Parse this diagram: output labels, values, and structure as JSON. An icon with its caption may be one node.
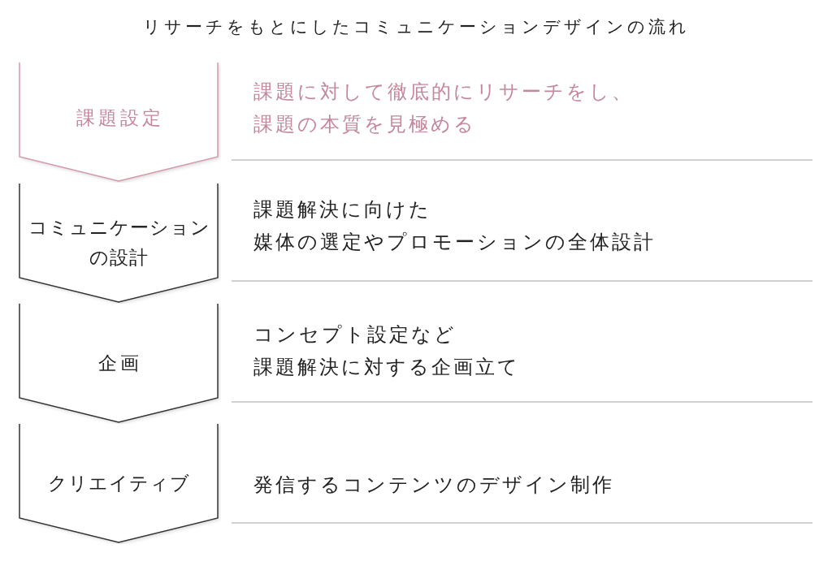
{
  "diagram": {
    "title": "リサーチをもとにしたコミュニケーションデザインの流れ",
    "nodes": [
      {
        "text": [
          "課題設定"
        ],
        "beside": [
          "課題に対して徹底的にリサーチをし、課題の本質を見極める"
        ]
      },
      {
        "text": [
          "コミュニケーションの設計"
        ],
        "beside": [
          "課題解決に向けた媒体の選定やプロモーションの全体設計"
        ]
      },
      {
        "text": [
          "企画"
        ],
        "beside": [
          "コンセプト設定など課題解決に対する企画立て"
        ]
      },
      {
        "text": [
          "クリエイティブ"
        ],
        "beside": [
          "発信するコンテンツのデザイン制作"
        ]
      }
    ]
  }
}
